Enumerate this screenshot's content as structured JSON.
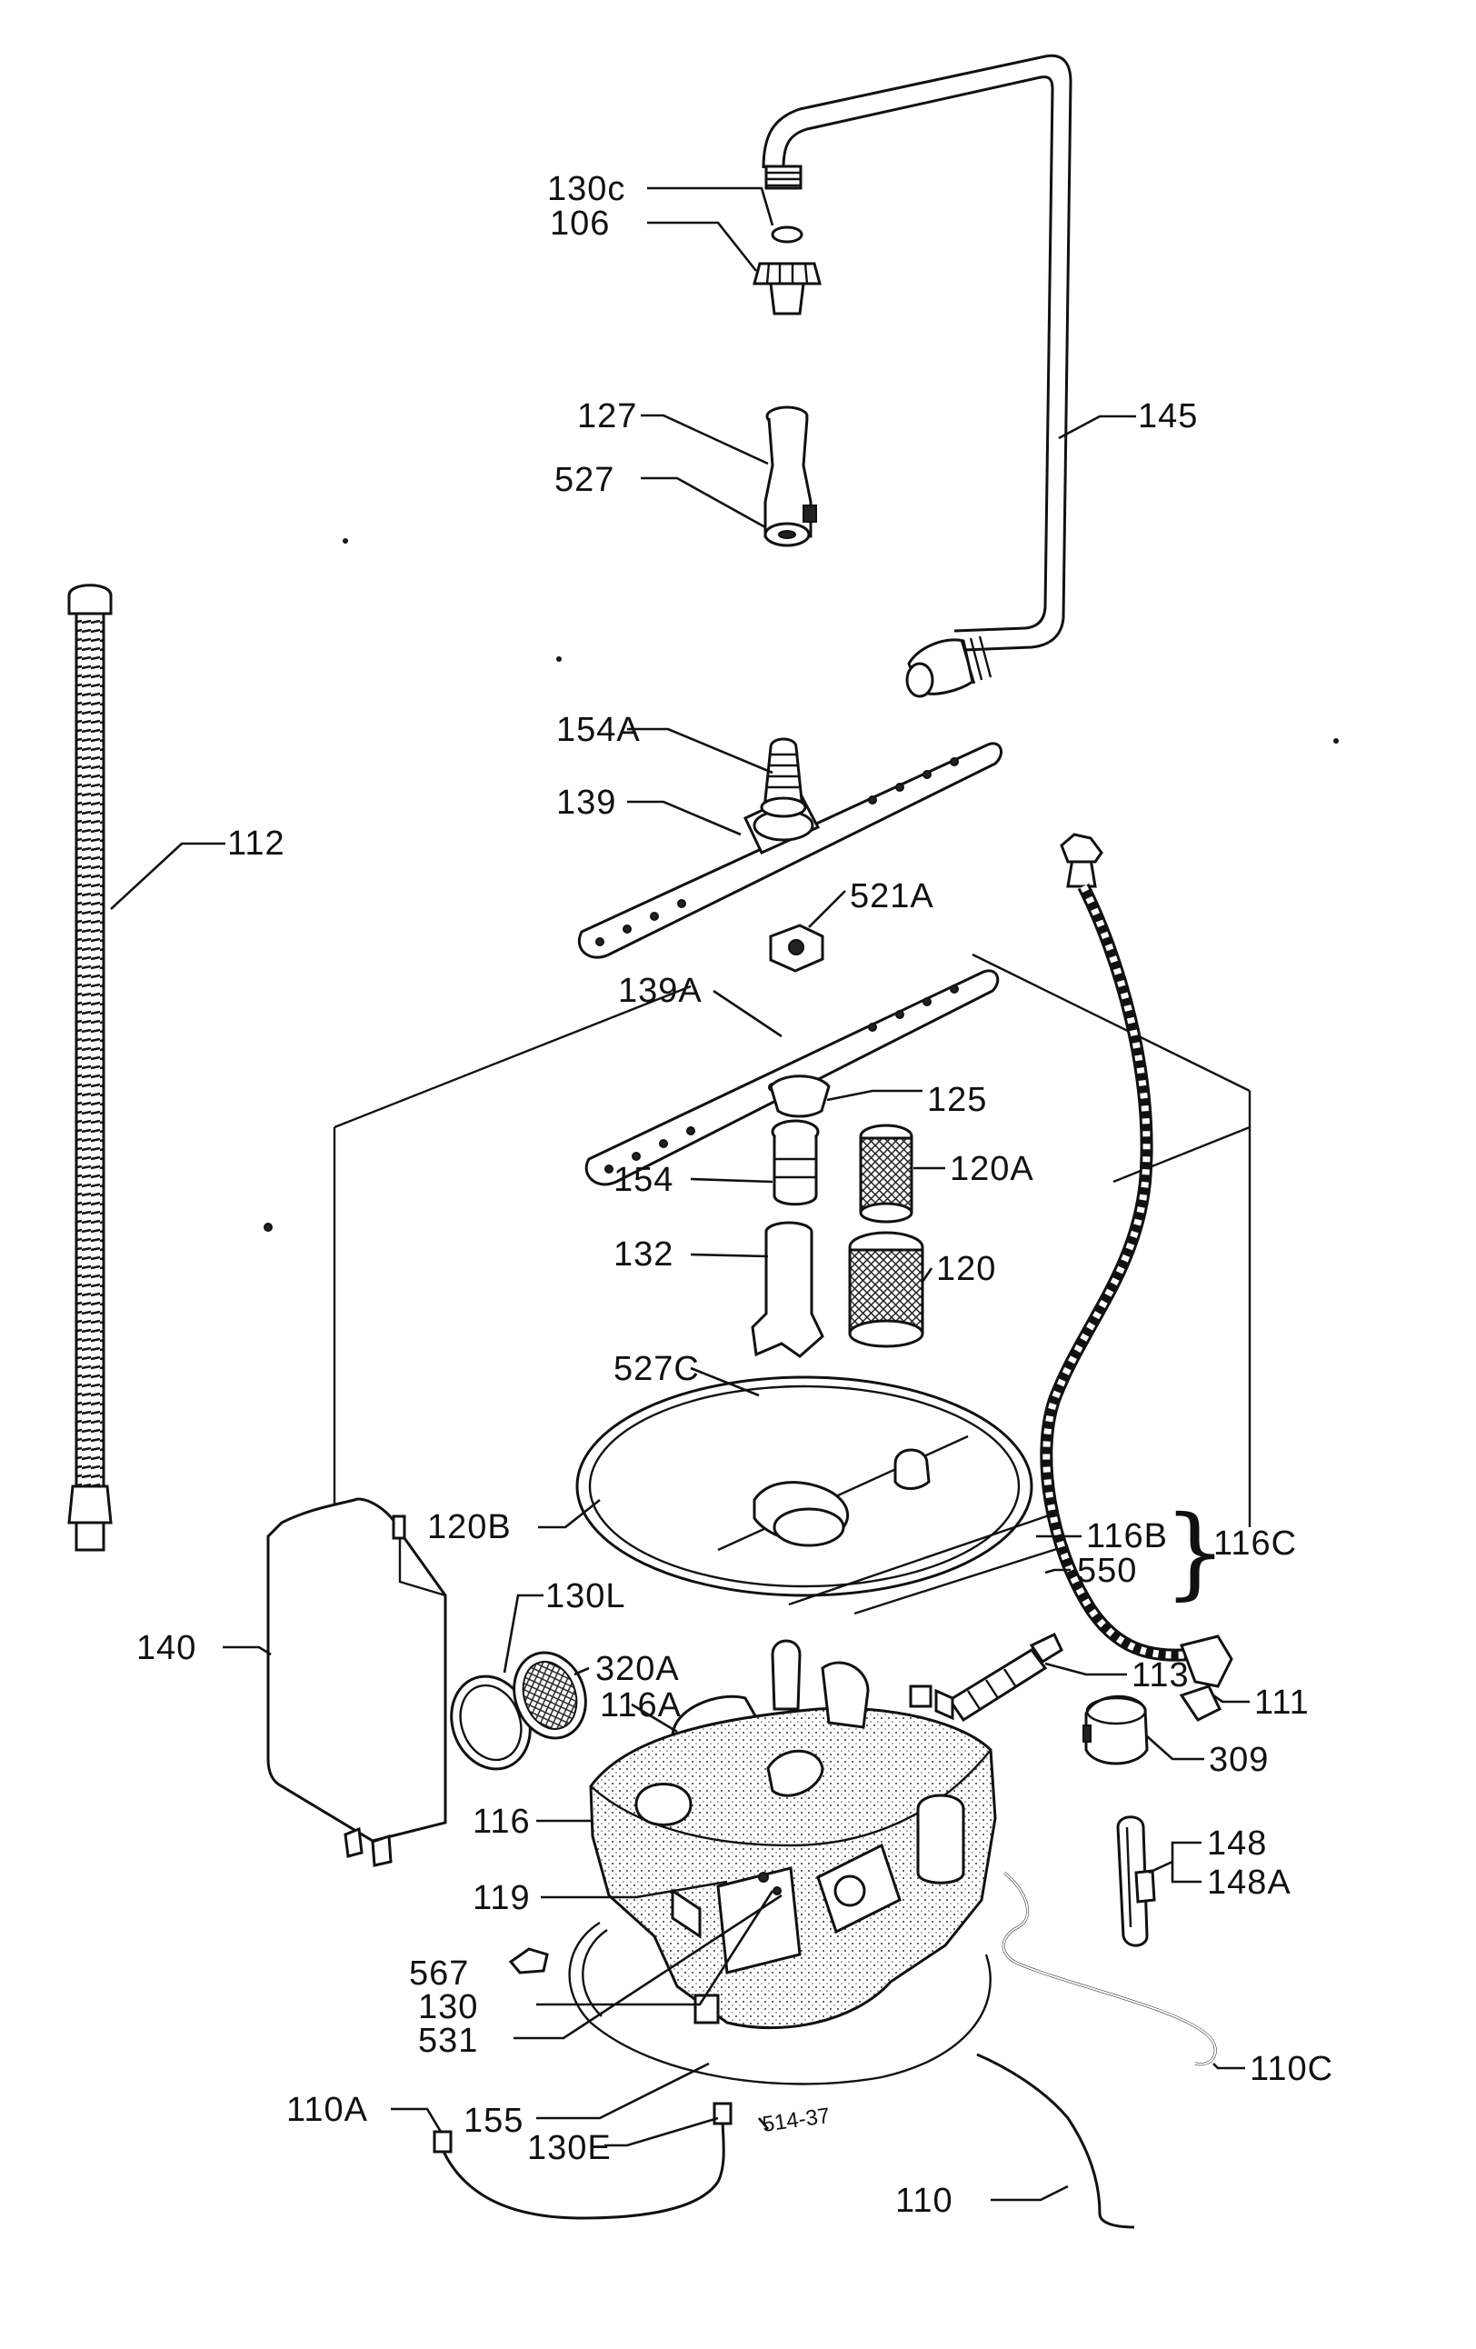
{
  "callouts": [
    {
      "id": "130C",
      "text": "130c"
    },
    {
      "id": "106",
      "text": "106"
    },
    {
      "id": "127",
      "text": "127"
    },
    {
      "id": "527",
      "text": "527"
    },
    {
      "id": "145",
      "text": "145"
    },
    {
      "id": "112",
      "text": "112"
    },
    {
      "id": "154A",
      "text": "154A"
    },
    {
      "id": "139",
      "text": "139"
    },
    {
      "id": "521A",
      "text": "521A"
    },
    {
      "id": "139A",
      "text": "139A"
    },
    {
      "id": "125",
      "text": "125"
    },
    {
      "id": "154",
      "text": "154"
    },
    {
      "id": "120A",
      "text": "120A"
    },
    {
      "id": "132",
      "text": "132"
    },
    {
      "id": "120",
      "text": "120"
    },
    {
      "id": "527C",
      "text": "527C"
    },
    {
      "id": "120B",
      "text": "120B"
    },
    {
      "id": "116B",
      "text": "116B"
    },
    {
      "id": "116C",
      "text": "116C"
    },
    {
      "id": "550",
      "text": "550"
    },
    {
      "id": "130L",
      "text": "130L"
    },
    {
      "id": "140",
      "text": "140"
    },
    {
      "id": "320A",
      "text": "320A"
    },
    {
      "id": "116A",
      "text": "116A"
    },
    {
      "id": "113",
      "text": "113"
    },
    {
      "id": "111",
      "text": "111"
    },
    {
      "id": "309",
      "text": "309"
    },
    {
      "id": "116",
      "text": "116"
    },
    {
      "id": "148",
      "text": "148"
    },
    {
      "id": "148A",
      "text": "148A"
    },
    {
      "id": "119",
      "text": "119"
    },
    {
      "id": "567",
      "text": "567"
    },
    {
      "id": "130",
      "text": "130"
    },
    {
      "id": "531",
      "text": "531"
    },
    {
      "id": "110C",
      "text": "110C"
    },
    {
      "id": "155",
      "text": "155"
    },
    {
      "id": "110A",
      "text": "110A"
    },
    {
      "id": "130E",
      "text": "130E"
    },
    {
      "id": "110",
      "text": "110"
    }
  ],
  "drawing_code": "514-37"
}
